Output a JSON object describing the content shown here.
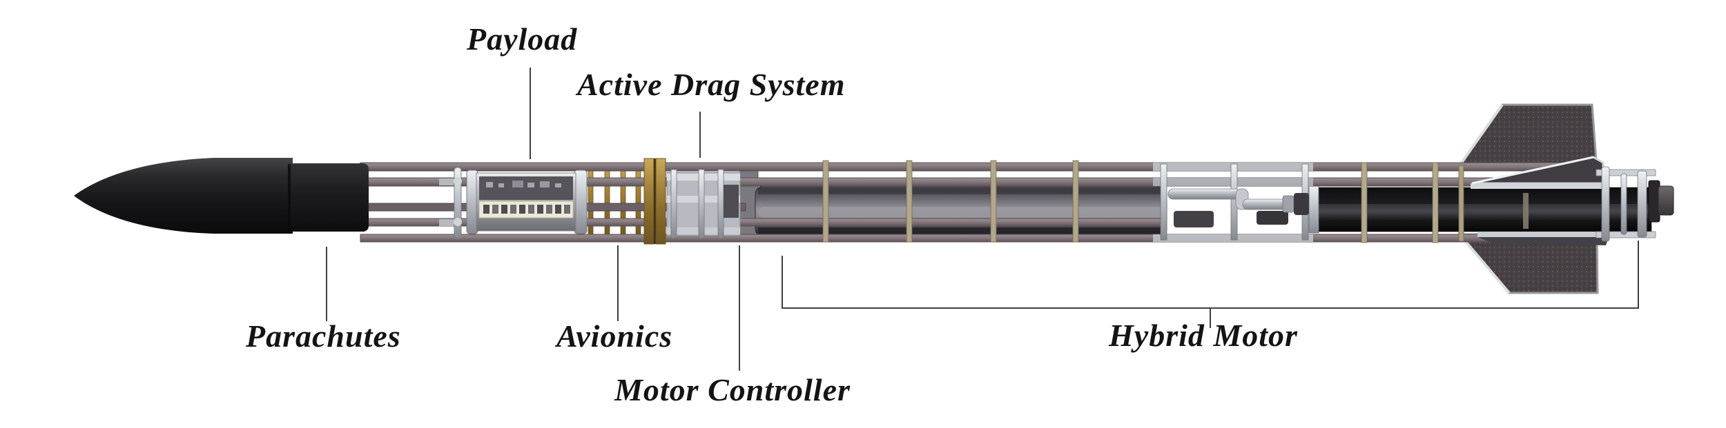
{
  "figure": {
    "labels": [
      {
        "id": "payload",
        "text": "Payload"
      },
      {
        "id": "active_drag_system",
        "text": "Active Drag System"
      },
      {
        "id": "parachutes",
        "text": "Parachutes"
      },
      {
        "id": "avionics",
        "text": "Avionics"
      },
      {
        "id": "motor_controller",
        "text": "Motor Controller"
      },
      {
        "id": "hybrid_motor",
        "text": "Hybrid Motor"
      }
    ],
    "colors": {
      "background": "#ffffff",
      "label": "#141414",
      "callout_line": "#3f3f3f",
      "nose_cone": "#141416",
      "frame_rail": "#857a7e",
      "brass": "#a8873f",
      "circuit_board": "#ece8d7",
      "oxidizer_tank": "#94929a",
      "motor_tube": "#111113",
      "fin": "#474144",
      "silver": "#ccd0d5",
      "nozzle": "#555152",
      "clamp_ring": "#b2a68b"
    }
  }
}
